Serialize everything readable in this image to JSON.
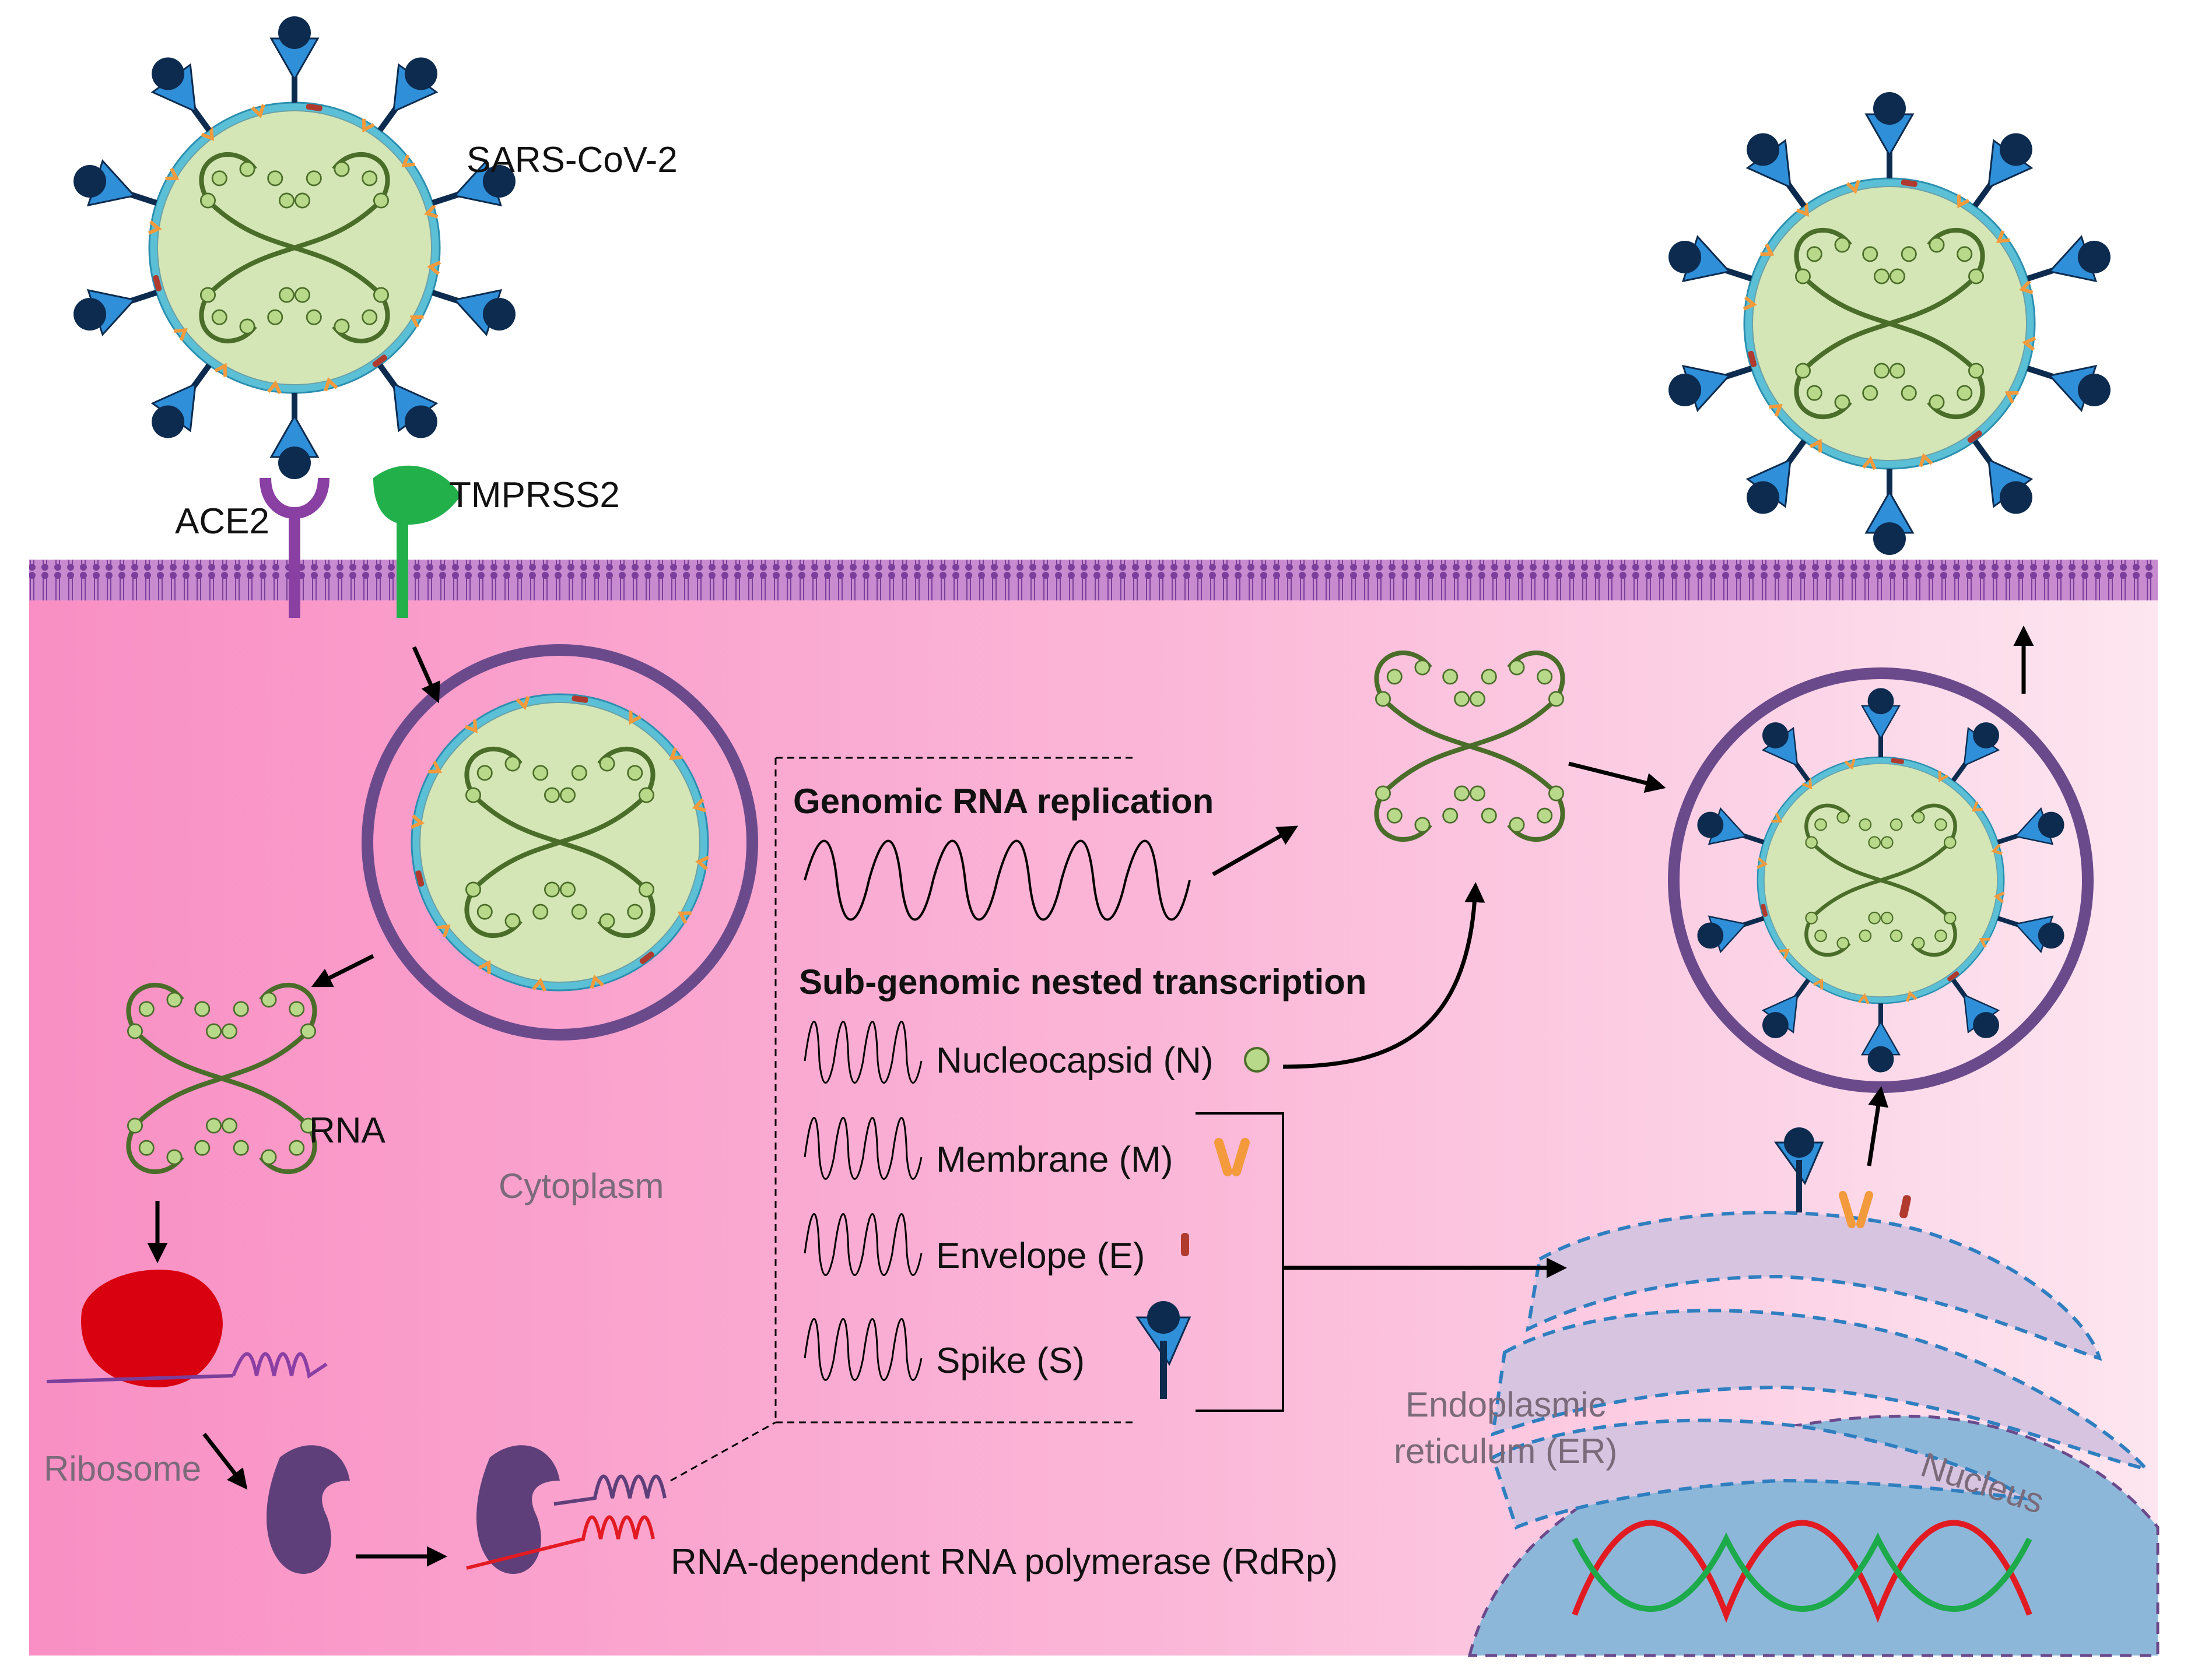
{
  "labels": {
    "virus": "SARS-CoV-2",
    "ace2": "ACE2",
    "tmprss2": "TMPRSS2",
    "rna": "RNA",
    "cytoplasm": "Cytoplasm",
    "ribosome": "Ribosome",
    "rdrp": "RNA-dependent RNA polymerase (RdRp)",
    "genomic_replication": "Genomic RNA replication",
    "subgenomic_transcription": "Sub-genomic nested transcription",
    "proteins": [
      "Nucleocapsid (N)",
      "Membrane (M)",
      "Envelope (E)",
      "Spike (S)"
    ],
    "er_line1": "Endoplasmic",
    "er_line2": "reticulum (ER)",
    "nucleus": "Nucleus"
  },
  "colors": {
    "cell_pink": "#f99cc9",
    "membrane": "#7b3f9b",
    "spike": "#2f8fd9",
    "spike_dark": "#0d2b4e",
    "capsid_fill": "#d4e6b5",
    "capsid_ring": "#5bc0d6",
    "rna_strand": "#4b6d2a",
    "nucleocapsid": "#b9d98a",
    "m_protein": "#f39a3c",
    "e_protein": "#b03a2e",
    "ribosome": "#d9000f",
    "rdrp": "#5e3f7a",
    "ace2": "#8a3fa3",
    "tmprss2": "#22b04b",
    "er_fill": "#d6c4e0",
    "er_dash": "#2f7fc0",
    "nucleus_fill": "#8db7d9",
    "dna_red": "#e21b23",
    "dna_green": "#1daa4b",
    "endosome_ring": "#6b4a8c"
  }
}
